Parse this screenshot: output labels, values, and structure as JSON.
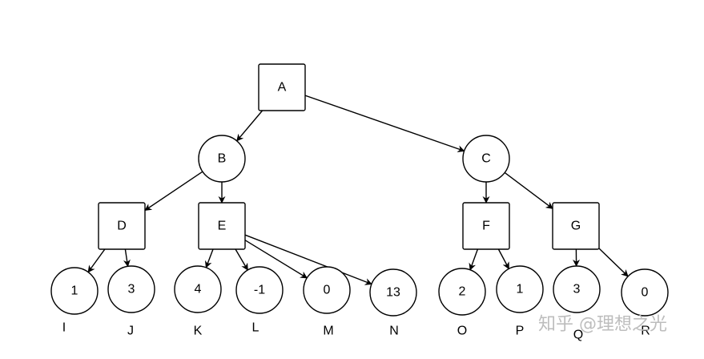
{
  "diagram": {
    "nodes": [
      {
        "id": "A",
        "label": "A",
        "shape": "square"
      },
      {
        "id": "B",
        "label": "B",
        "shape": "circle"
      },
      {
        "id": "C",
        "label": "C",
        "shape": "circle"
      },
      {
        "id": "D",
        "label": "D",
        "shape": "square"
      },
      {
        "id": "E",
        "label": "E",
        "shape": "square"
      },
      {
        "id": "F",
        "label": "F",
        "shape": "square"
      },
      {
        "id": "G",
        "label": "G",
        "shape": "square"
      },
      {
        "id": "I",
        "label": "1",
        "shape": "circle",
        "caption": "I"
      },
      {
        "id": "J",
        "label": "3",
        "shape": "circle",
        "caption": "J"
      },
      {
        "id": "K",
        "label": "4",
        "shape": "circle",
        "caption": "K"
      },
      {
        "id": "L",
        "label": "-1",
        "shape": "circle",
        "caption": "L"
      },
      {
        "id": "M",
        "label": "0",
        "shape": "circle",
        "caption": "M"
      },
      {
        "id": "N",
        "label": "13",
        "shape": "circle",
        "caption": "N"
      },
      {
        "id": "O",
        "label": "2",
        "shape": "circle",
        "caption": "O"
      },
      {
        "id": "P",
        "label": "1",
        "shape": "circle",
        "caption": "P"
      },
      {
        "id": "Q",
        "label": "3",
        "shape": "circle",
        "caption": "Q"
      },
      {
        "id": "R",
        "label": "0",
        "shape": "circle",
        "caption": "R"
      }
    ],
    "edges": [
      {
        "from": "A",
        "to": "B"
      },
      {
        "from": "A",
        "to": "C"
      },
      {
        "from": "B",
        "to": "D"
      },
      {
        "from": "B",
        "to": "E"
      },
      {
        "from": "C",
        "to": "F"
      },
      {
        "from": "C",
        "to": "G"
      },
      {
        "from": "D",
        "to": "I"
      },
      {
        "from": "D",
        "to": "J"
      },
      {
        "from": "E",
        "to": "K"
      },
      {
        "from": "E",
        "to": "L"
      },
      {
        "from": "E",
        "to": "M"
      },
      {
        "from": "E",
        "to": "N"
      },
      {
        "from": "F",
        "to": "O"
      },
      {
        "from": "F",
        "to": "P"
      },
      {
        "from": "G",
        "to": "Q"
      },
      {
        "from": "G",
        "to": "R"
      }
    ]
  },
  "watermark": {
    "text": "知乎 @理想之光"
  }
}
